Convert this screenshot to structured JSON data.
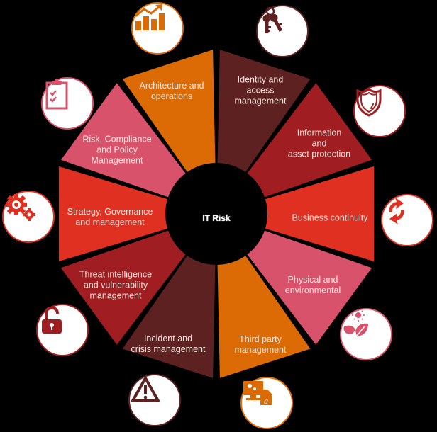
{
  "center": {
    "title": "IT Risk",
    "bg": "#000000"
  },
  "segments": [
    {
      "id": "identity",
      "label_lines": [
        "Identity and",
        "access",
        "management"
      ],
      "color": "#5e2121",
      "icon": "keys-icon"
    },
    {
      "id": "information",
      "label_lines": [
        "Information",
        "and",
        "asset protection"
      ],
      "color": "#a01e22",
      "icon": "shield-icon"
    },
    {
      "id": "business",
      "label_lines": [
        "Business continuity"
      ],
      "color": "#df3021",
      "icon": "refresh-icon"
    },
    {
      "id": "physical",
      "label_lines": [
        "Physical and",
        "environmental"
      ],
      "color": "#d9526c",
      "icon": "plant-sun-icon"
    },
    {
      "id": "thirdparty",
      "label_lines": [
        "Third party",
        "management"
      ],
      "color": "#dc6a05",
      "icon": "computer-document-icon"
    },
    {
      "id": "incident",
      "label_lines": [
        "Incident and",
        "crisis management"
      ],
      "color": "#5e2121",
      "icon": "warning-icon"
    },
    {
      "id": "threat",
      "label_lines": [
        "Threat intelligence",
        "and vulnerability",
        "management"
      ],
      "color": "#a01e22",
      "icon": "unlock-icon"
    },
    {
      "id": "strategy",
      "label_lines": [
        "Strategy, Governance",
        "and management"
      ],
      "color": "#df3021",
      "icon": "gears-icon"
    },
    {
      "id": "risk",
      "label_lines": [
        "Risk, Compliance",
        "and Policy",
        "Management"
      ],
      "color": "#d9526c",
      "icon": "clipboard-check-icon"
    },
    {
      "id": "architecture",
      "label_lines": [
        "Architecture and",
        "operations"
      ],
      "color": "#dc6a05",
      "icon": "growth-chart-icon"
    }
  ]
}
